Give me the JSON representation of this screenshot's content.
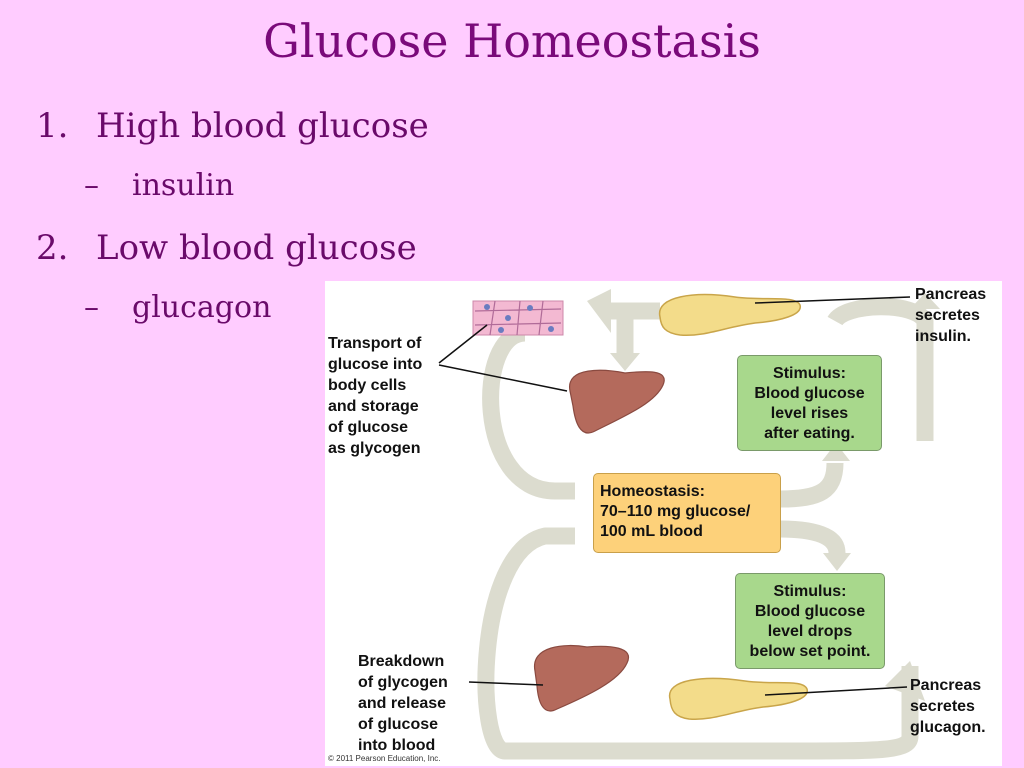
{
  "slide": {
    "title": "Glucose Homeostasis",
    "bullets": [
      {
        "number": "1.",
        "text": "High blood glucose",
        "sub_dash": "–",
        "sub": "insulin"
      },
      {
        "number": "2.",
        "text": "Low  blood glucose",
        "sub_dash": "–",
        "sub": "glucagon"
      }
    ]
  },
  "diagram": {
    "pancreas_top_label": "Pancreas\nsecretes\ninsulin.",
    "stimulus_top": "Stimulus:\nBlood glucose\nlevel rises\nafter eating.",
    "transport_label": "Transport of\nglucose into\nbody cells\nand storage\nof glucose\nas glycogen",
    "homeostasis": "Homeostasis:\n70–110 mg glucose/\n100 mL blood",
    "stimulus_bottom": "Stimulus:\nBlood glucose\nlevel drops\nbelow set point.",
    "breakdown_label": "Breakdown\nof glycogen\nand release\nof glucose\ninto blood",
    "pancreas_bottom_label": "Pancreas\nsecretes\nglucagon.",
    "copyright": "© 2011 Pearson Education, Inc.",
    "colors": {
      "arrow": "#dcdccf",
      "stimulus_box": "#a8d88c",
      "homeostasis_box": "#fdd17a",
      "liver": "#b46a5c",
      "pancreas": "#f3dc8a"
    }
  }
}
